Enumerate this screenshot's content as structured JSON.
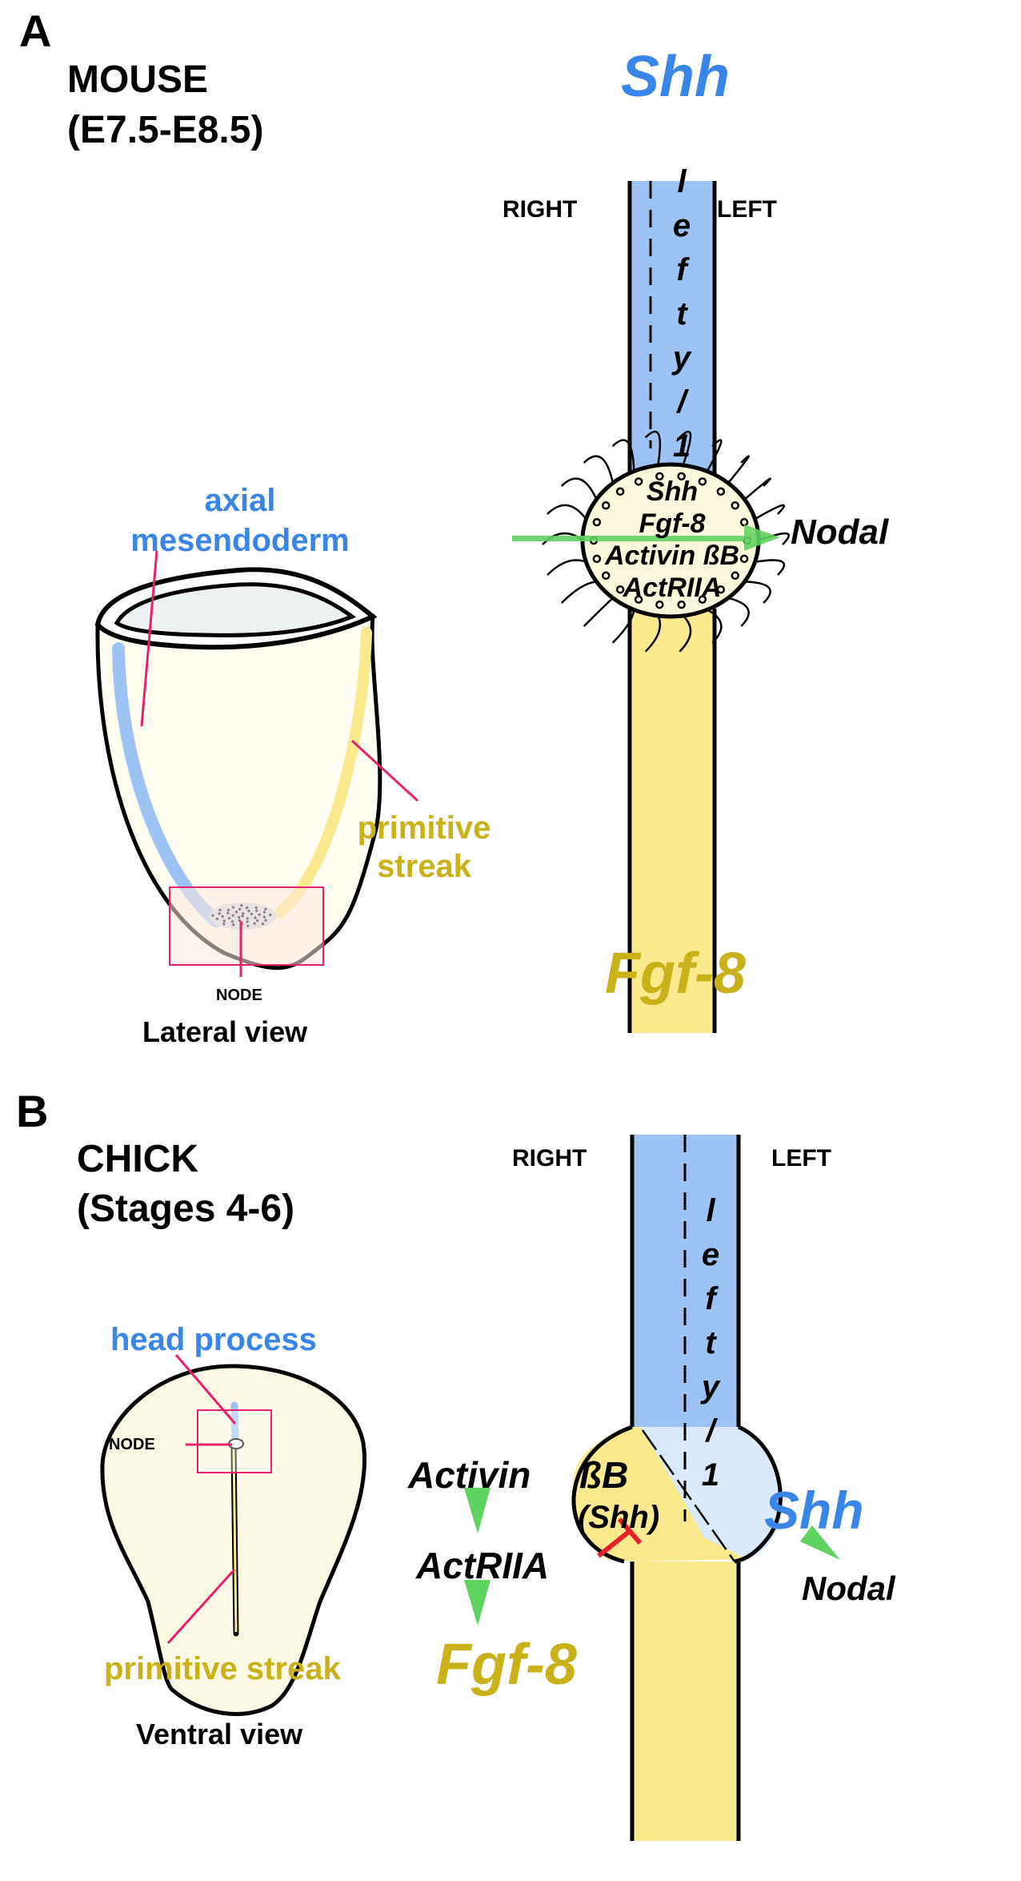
{
  "panel_a": {
    "letter": "A",
    "species": "MOUSE",
    "stage": "(E7.5-E8.5)",
    "top_gene": "Shh",
    "right_label": "RIGHT",
    "left_label": "LEFT",
    "lefty_letters": [
      "l",
      "e",
      "f",
      "t",
      "y",
      "/",
      "1"
    ],
    "node_genes": [
      "Shh",
      "Fgf-8",
      "Activin ßB",
      "ActRIIA"
    ],
    "arrow_target": "Nodal",
    "bottom_gene": "Fgf-8",
    "embryo": {
      "axial_label_line1": "axial",
      "axial_label_line2": "mesendoderm",
      "streak_label_line1": "primitive",
      "streak_label_line2": "streak",
      "node_label": "NODE",
      "view_label": "Lateral view"
    }
  },
  "panel_b": {
    "letter": "B",
    "species": "CHICK",
    "stage": "(Stages 4-6)",
    "right_label": "RIGHT",
    "left_label": "LEFT",
    "lefty_letters": [
      "l",
      "e",
      "f",
      "t",
      "y",
      "/",
      "1"
    ],
    "node_gene_right": "ßB",
    "node_gene_right_sub": "(Shh)",
    "left_side_chain": [
      "Activin",
      "ActRIIA",
      "Fgf-8"
    ],
    "left_side_gene_shh": "Shh",
    "left_side_target": "Nodal",
    "embryo": {
      "head_process_label": "head process",
      "node_label": "NODE",
      "streak_label": "primitive streak",
      "view_label": "Ventral view"
    }
  },
  "colors": {
    "shh_blue": "#3a86e8",
    "column_blue": "#9dc3f5",
    "light_blue": "#dbeafb",
    "fgf_gold": "#c9b11a",
    "column_yellow": "#fbe98e",
    "node_cream": "#fbf7dc",
    "arrow_green": "#5fd35f",
    "inhibit_red": "#e8202a",
    "pointer_pink": "#e8206e"
  }
}
